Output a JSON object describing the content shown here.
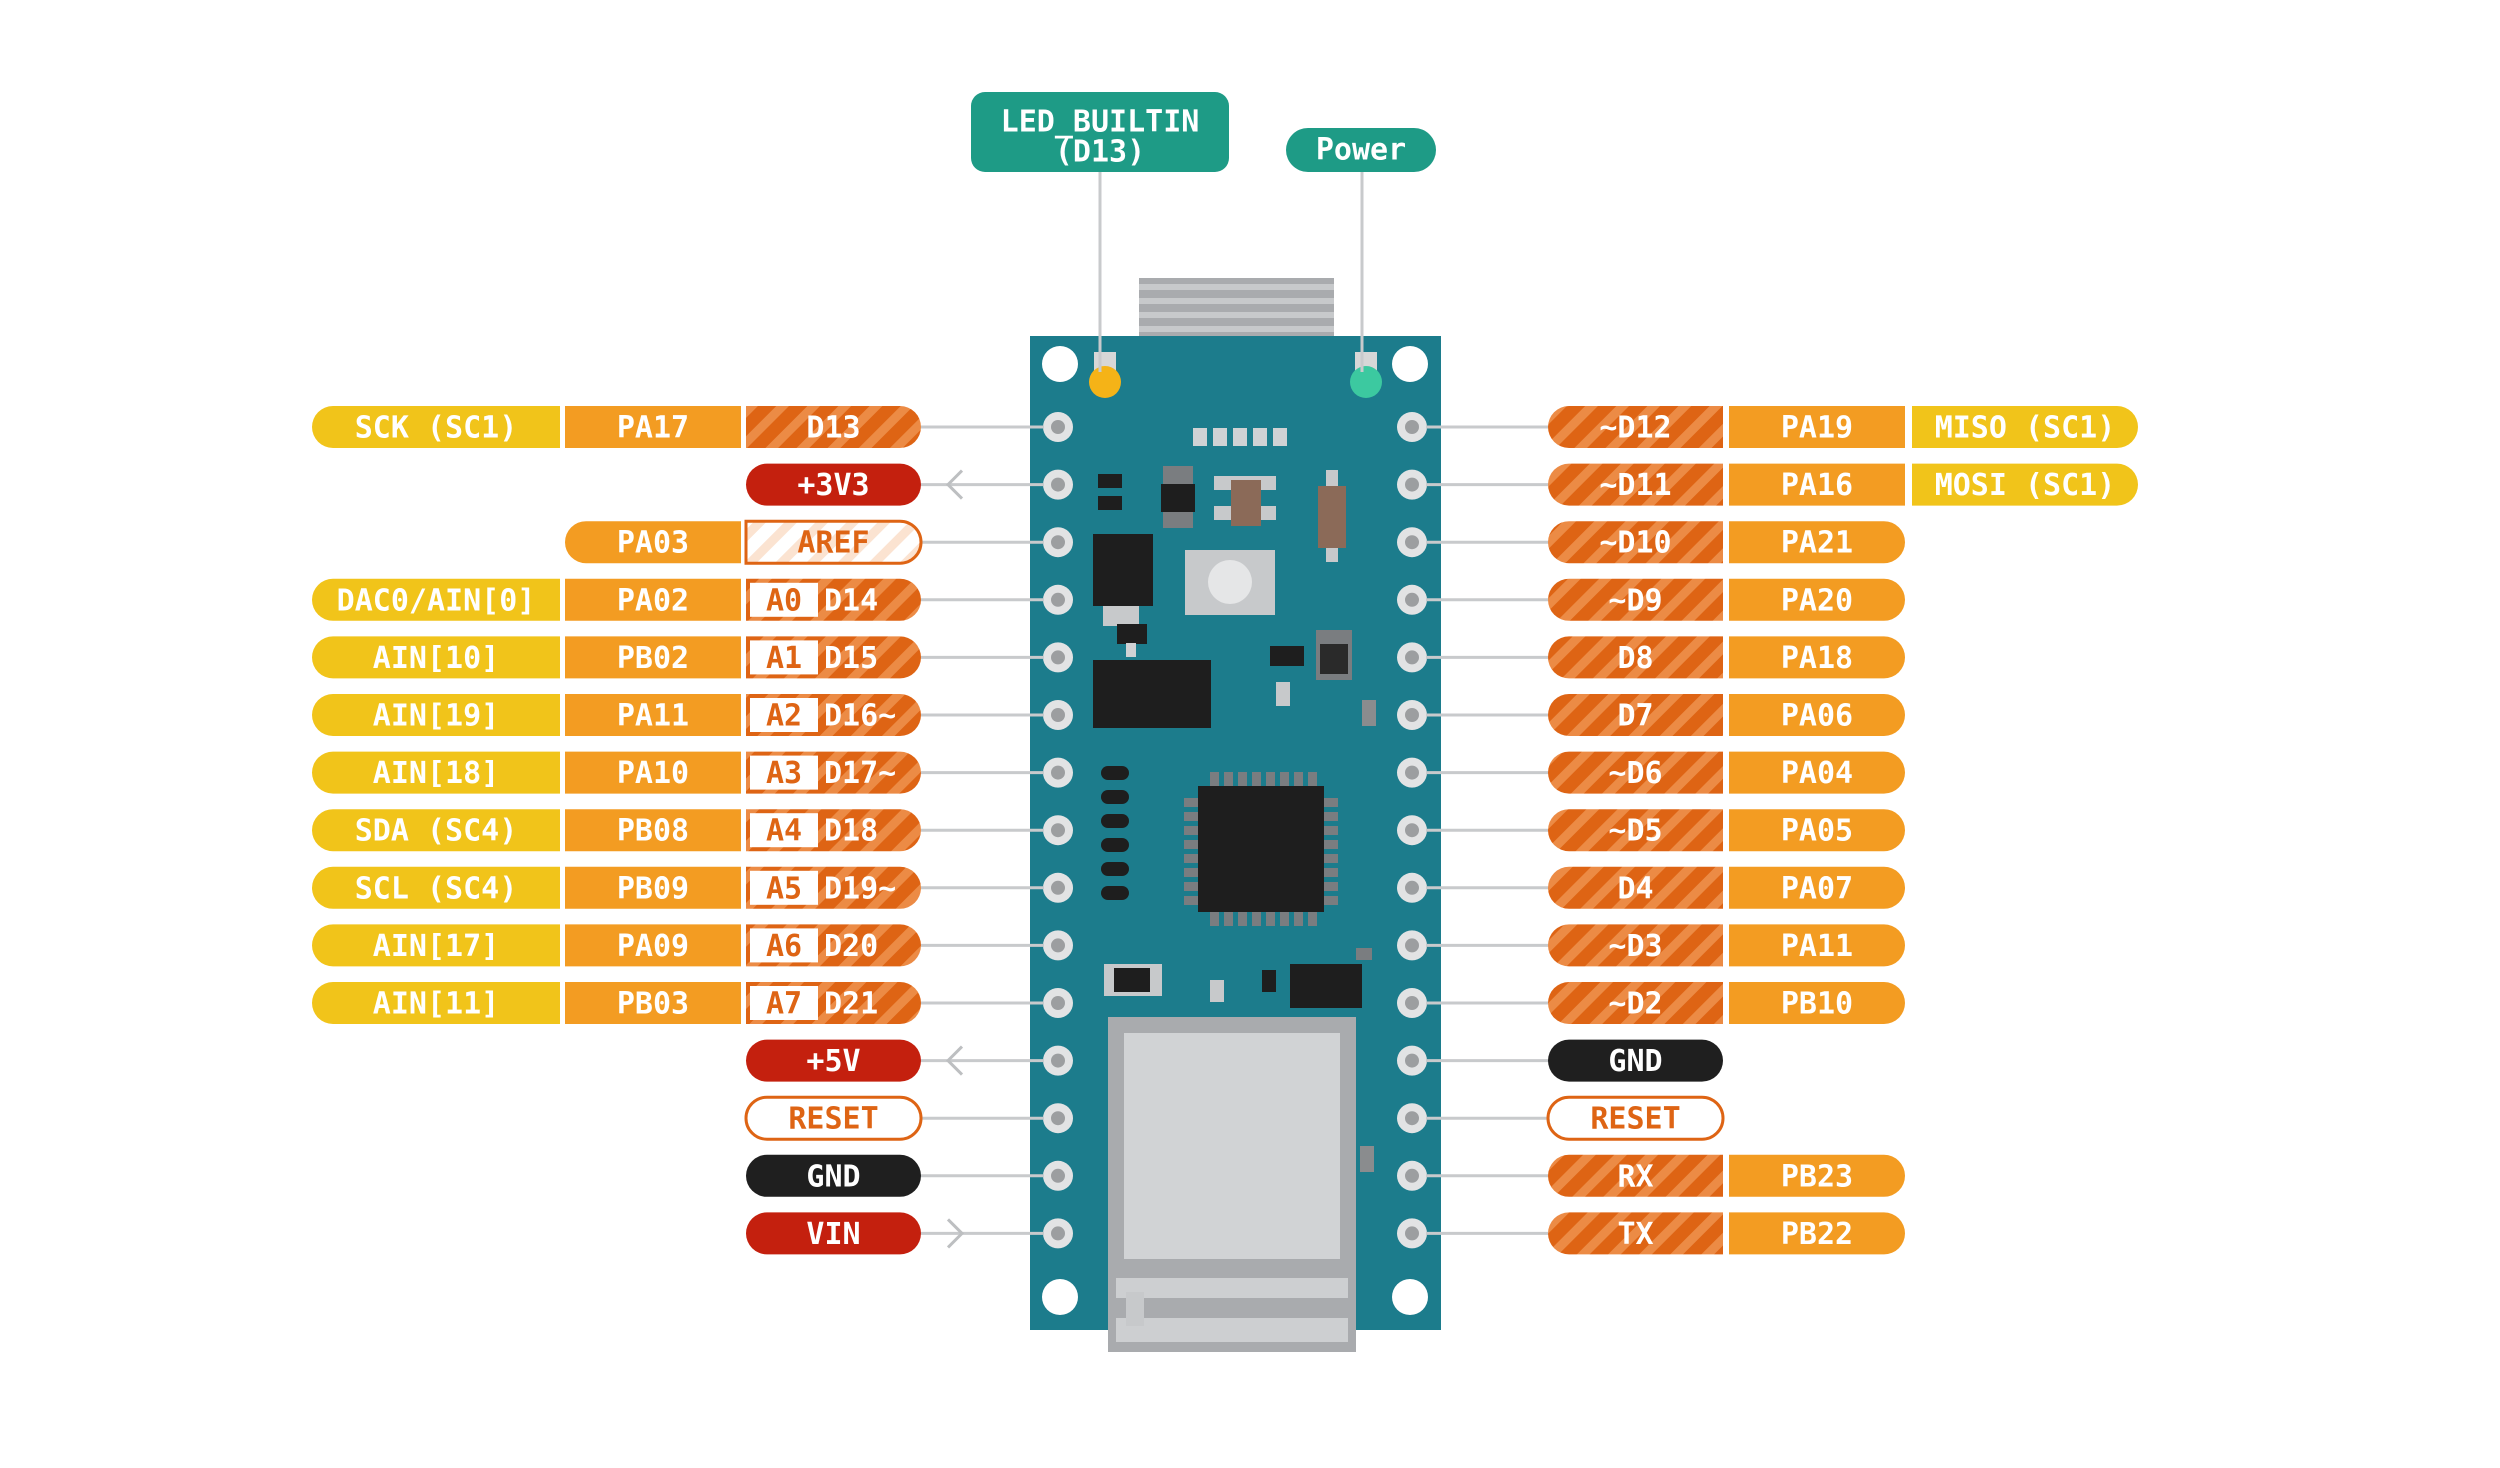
{
  "callouts": {
    "led": [
      "LED_BUILTIN",
      "(D13)"
    ],
    "power": "Power"
  },
  "colors": {
    "yellow": "#F1C41A",
    "orange": "#F39C22",
    "dark_orange": "#DE6414",
    "red": "#C4200E",
    "black": "#1F1F1F",
    "teal": "#1E9B86",
    "board": "#1C7C8C"
  },
  "left_rows": [
    {
      "cells": [
        {
          "t": "SCK (SC1)",
          "k": "yellow"
        },
        {
          "t": "PA17",
          "k": "orange"
        },
        {
          "t": "D13",
          "k": "hatch"
        }
      ]
    },
    {
      "cells": [
        {
          "t": "+3V3",
          "k": "red"
        }
      ],
      "arrow": "out"
    },
    {
      "cells": [
        {
          "t": "PA03",
          "k": "orange"
        },
        {
          "t": "AREF",
          "k": "outline_hatch"
        }
      ]
    },
    {
      "cells": [
        {
          "t": "DAC0/AIN[0]",
          "k": "yellow"
        },
        {
          "t": "PA02",
          "k": "orange"
        },
        {
          "t": "A0",
          "k": "white_box"
        },
        {
          "t": "D14",
          "k": "hatch"
        }
      ]
    },
    {
      "cells": [
        {
          "t": "AIN[10]",
          "k": "yellow"
        },
        {
          "t": "PB02",
          "k": "orange"
        },
        {
          "t": "A1",
          "k": "white_box"
        },
        {
          "t": "D15",
          "k": "hatch"
        }
      ]
    },
    {
      "cells": [
        {
          "t": "AIN[19]",
          "k": "yellow"
        },
        {
          "t": "PA11",
          "k": "orange"
        },
        {
          "t": "A2",
          "k": "white_box"
        },
        {
          "t": "D16~",
          "k": "hatch"
        }
      ]
    },
    {
      "cells": [
        {
          "t": "AIN[18]",
          "k": "yellow"
        },
        {
          "t": "PA10",
          "k": "orange"
        },
        {
          "t": "A3",
          "k": "white_box"
        },
        {
          "t": "D17~",
          "k": "hatch"
        }
      ]
    },
    {
      "cells": [
        {
          "t": "SDA (SC4)",
          "k": "yellow"
        },
        {
          "t": "PB08",
          "k": "orange"
        },
        {
          "t": "A4",
          "k": "white_box"
        },
        {
          "t": "D18",
          "k": "hatch"
        }
      ]
    },
    {
      "cells": [
        {
          "t": "SCL (SC4)",
          "k": "yellow"
        },
        {
          "t": "PB09",
          "k": "orange"
        },
        {
          "t": "A5",
          "k": "white_box"
        },
        {
          "t": "D19~",
          "k": "hatch"
        }
      ]
    },
    {
      "cells": [
        {
          "t": "AIN[17]",
          "k": "yellow"
        },
        {
          "t": "PA09",
          "k": "orange"
        },
        {
          "t": "A6",
          "k": "white_box"
        },
        {
          "t": "D20",
          "k": "hatch"
        }
      ]
    },
    {
      "cells": [
        {
          "t": "AIN[11]",
          "k": "yellow"
        },
        {
          "t": "PB03",
          "k": "orange"
        },
        {
          "t": "A7",
          "k": "white_box"
        },
        {
          "t": "D21",
          "k": "hatch"
        }
      ]
    },
    {
      "cells": [
        {
          "t": "+5V",
          "k": "red"
        }
      ],
      "arrow": "out"
    },
    {
      "cells": [
        {
          "t": "RESET",
          "k": "outline"
        }
      ]
    },
    {
      "cells": [
        {
          "t": "GND",
          "k": "black"
        }
      ]
    },
    {
      "cells": [
        {
          "t": "VIN",
          "k": "red"
        }
      ],
      "arrow": "in"
    }
  ],
  "right_rows": [
    {
      "cells": [
        {
          "t": "~D12",
          "k": "hatch"
        },
        {
          "t": "PA19",
          "k": "orange"
        },
        {
          "t": "MISO (SC1)",
          "k": "yellow"
        }
      ]
    },
    {
      "cells": [
        {
          "t": "~D11",
          "k": "hatch"
        },
        {
          "t": "PA16",
          "k": "orange"
        },
        {
          "t": "MOSI (SC1)",
          "k": "yellow"
        }
      ]
    },
    {
      "cells": [
        {
          "t": "~D10",
          "k": "hatch"
        },
        {
          "t": "PA21",
          "k": "orange"
        }
      ]
    },
    {
      "cells": [
        {
          "t": "~D9",
          "k": "hatch"
        },
        {
          "t": "PA20",
          "k": "orange"
        }
      ]
    },
    {
      "cells": [
        {
          "t": "D8",
          "k": "hatch"
        },
        {
          "t": "PA18",
          "k": "orange"
        }
      ]
    },
    {
      "cells": [
        {
          "t": "D7",
          "k": "hatch"
        },
        {
          "t": "PA06",
          "k": "orange"
        }
      ]
    },
    {
      "cells": [
        {
          "t": "~D6",
          "k": "hatch"
        },
        {
          "t": "PA04",
          "k": "orange"
        }
      ]
    },
    {
      "cells": [
        {
          "t": "~D5",
          "k": "hatch"
        },
        {
          "t": "PA05",
          "k": "orange"
        }
      ]
    },
    {
      "cells": [
        {
          "t": "D4",
          "k": "hatch"
        },
        {
          "t": "PA07",
          "k": "orange"
        }
      ]
    },
    {
      "cells": [
        {
          "t": "~D3",
          "k": "hatch"
        },
        {
          "t": "PA11",
          "k": "orange"
        }
      ]
    },
    {
      "cells": [
        {
          "t": "~D2",
          "k": "hatch"
        },
        {
          "t": "PB10",
          "k": "orange"
        }
      ]
    },
    {
      "cells": [
        {
          "t": "GND",
          "k": "black"
        }
      ]
    },
    {
      "cells": [
        {
          "t": "RESET",
          "k": "outline"
        }
      ]
    },
    {
      "cells": [
        {
          "t": "RX",
          "k": "hatch"
        },
        {
          "t": "PB23",
          "k": "orange"
        }
      ]
    },
    {
      "cells": [
        {
          "t": "TX",
          "k": "hatch"
        },
        {
          "t": "PB22",
          "k": "orange"
        }
      ]
    }
  ]
}
